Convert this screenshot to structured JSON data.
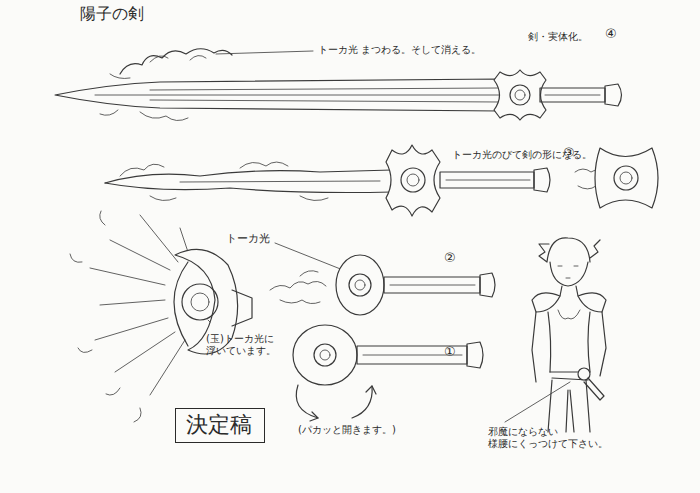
{
  "diagram": {
    "title": "陽子の剣",
    "nodes": [
      {
        "text": [
          "決定稿"
        ]
      }
    ],
    "edges": [],
    "labels": [
      "トーカ光 まつわる。そして消える。",
      "剣・実体化。",
      "④",
      "トーカ光のびて剣の形になる。",
      "③",
      "トーカ光",
      "②",
      "①",
      "(玉)トーカ光に 浮いています。",
      "(パカッと開きます。)",
      "邪魔にならない 様腰にくっつけて下さい。"
    ]
  }
}
